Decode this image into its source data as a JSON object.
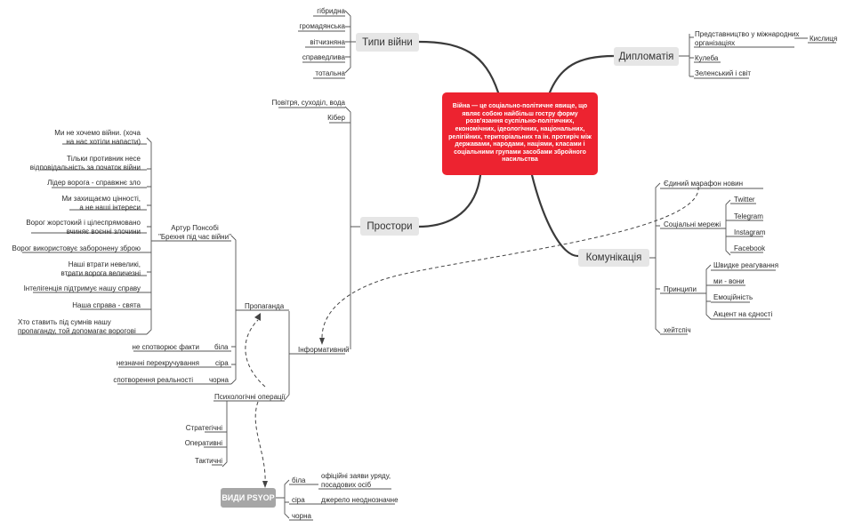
{
  "root": "Війна — це соціально-політичне явище, що являє собою найбільш гостру форму розв'язання суспільно-політичних, економічних, ідеологічних, національних, релігійних, територіальних та ін. протиріч між державами, народами, націями, класами і соціальними групами засобами збройного насильства",
  "types": {
    "title": "Типи війни",
    "items": [
      "гібридна",
      "громадянська",
      "вітчизняна",
      "справедлива",
      "тотальна"
    ]
  },
  "diplomacy": {
    "title": "Дипломатія",
    "representation": "Представництво у міжнародних організаціях",
    "kyslytsia": "Кислиця",
    "kuleba": "Кулеба",
    "zelensky": "Зеленський і світ"
  },
  "spaces": {
    "title": "Простори",
    "air": "Повітря, суходіл, вода",
    "cyber": "Кібер",
    "informative": "Інформативний"
  },
  "propaganda": {
    "title": "Пропаганда",
    "author": "Артур Понсобі \"Брехня під час війни\"",
    "principles": [
      "Ми не хочемо війни. (хоча на нас хотіли напасти)",
      "Тільки противник несе відповідальність за початок війни",
      "Лідер ворога - справжнє зло",
      "Ми захищаємо цінності, а не наші інтереси",
      "Ворог жорстокий і цілеспрямовано вчиняє воєнні злочини",
      "Ворог використовує заборонену зброю",
      "Наші втрати невеликі, втрати ворога величезні",
      "Інтелігенція підтримує нашу справу",
      "Наша справа - свята",
      "Хто ставить під сумнів нашу пропаганду, той допомагає ворогові"
    ],
    "white": "біла",
    "white_desc": "не спотворює факти",
    "gray": "сіра",
    "gray_desc": "незначні перекручування",
    "black": "чорна",
    "black_desc": "спотворення реальності"
  },
  "psyops": {
    "title": "Психологічні операції",
    "levels": [
      "Стратегічні",
      "Оперативні",
      "Тактичні"
    ]
  },
  "psyop_kinds": {
    "title": "ВИДИ PSYOP",
    "white": "біла",
    "white_desc": "офіційні заяви уряду, посадових осіб",
    "gray": "сіра",
    "gray_desc": "джерело неоднозначне",
    "black": "чорна"
  },
  "communication": {
    "title": "Комунікація",
    "marathon": "Єдиний марафон новин",
    "social": "Соціальні мережі",
    "networks": [
      "Twitter",
      "Telegram",
      "Instagram",
      "Facebook"
    ],
    "principles_title": "Принципи",
    "principles": [
      "Швидке реагування",
      "ми - вони",
      "Емоційність",
      "Акцент на єдності"
    ],
    "hate": "хейтспіч"
  }
}
